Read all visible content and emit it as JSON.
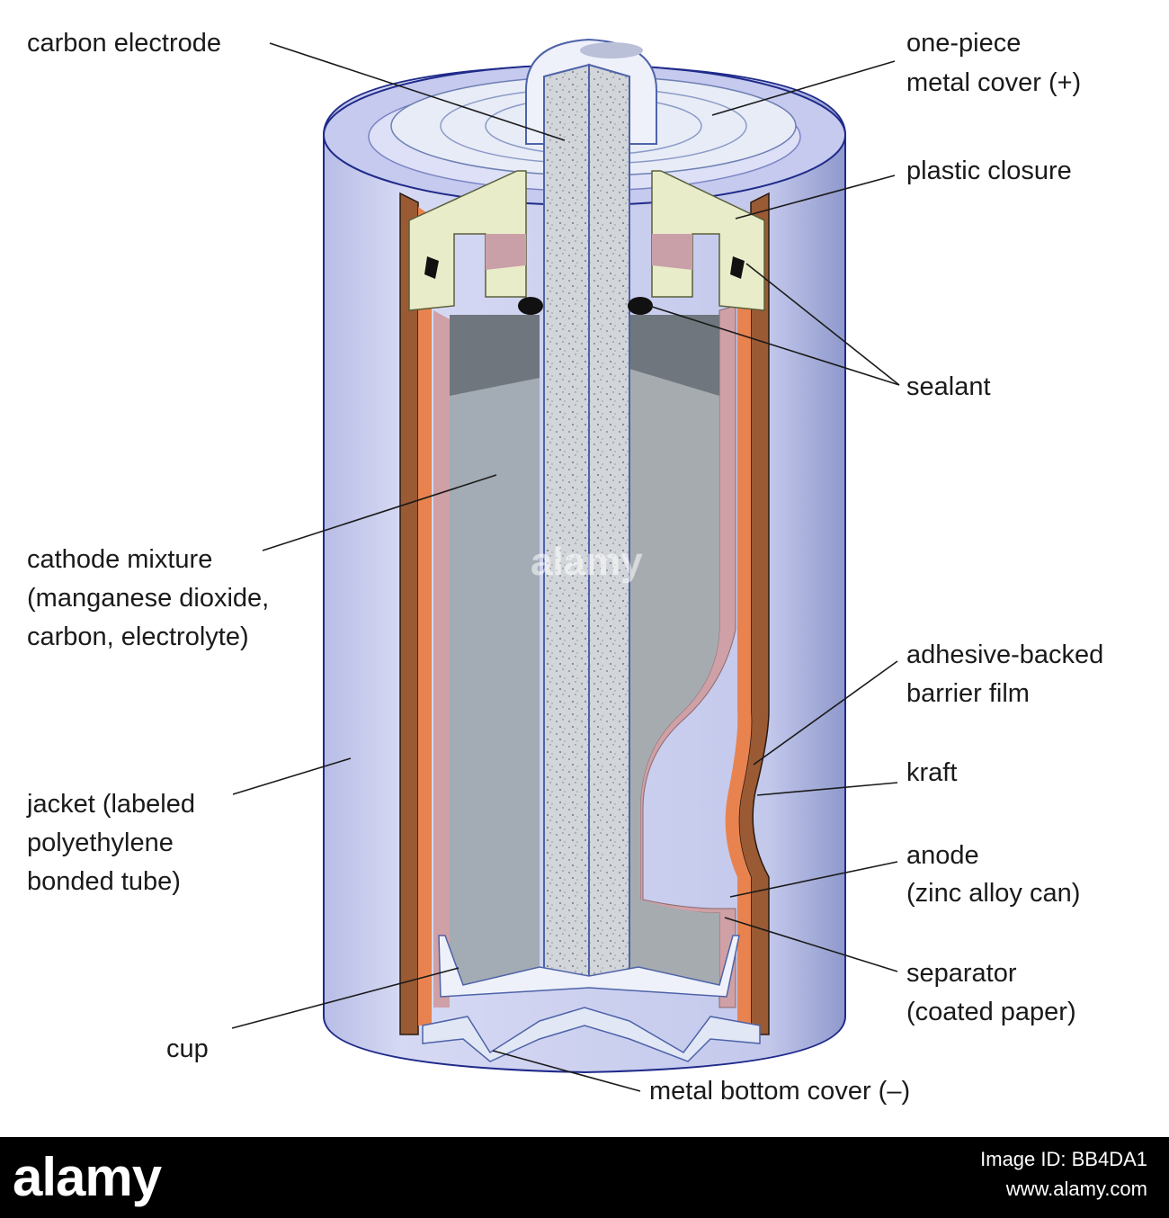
{
  "labels": {
    "carbon_electrode": "carbon electrode",
    "metal_cover_line1": "one-piece",
    "metal_cover_line2": "metal cover (+)",
    "plastic_closure": "plastic closure",
    "sealant": "sealant",
    "cathode_line1": "cathode mixture",
    "cathode_line2": "(manganese dioxide,",
    "cathode_line3": "carbon, electrolyte)",
    "barrier_line1": "adhesive-backed",
    "barrier_line2": "barrier film",
    "kraft": "kraft",
    "jacket_line1": "jacket (labeled",
    "jacket_line2": "polyethylene",
    "jacket_line3": "bonded tube)",
    "anode_line1": "anode",
    "anode_line2": "(zinc alloy can)",
    "separator_line1": "separator",
    "separator_line2": "(coated paper)",
    "cup": "cup",
    "bottom_cover": "metal bottom cover (–)"
  },
  "footer": {
    "logo": "alamy",
    "image_id": "Image ID: BB4DA1",
    "url": "www.alamy.com"
  },
  "watermark": "alamy",
  "colors": {
    "jacket": "#c9cdee",
    "jacket_shade": "#9aa3d3",
    "zinc_can": "#e8834f",
    "kraft": "#9a5a34",
    "barrier_film": "#cfa0a6",
    "cathode": "#a3acb4",
    "carbon_rod": "#d2d5da",
    "closure": "#e9ecc8",
    "sealant": "#111111"
  }
}
